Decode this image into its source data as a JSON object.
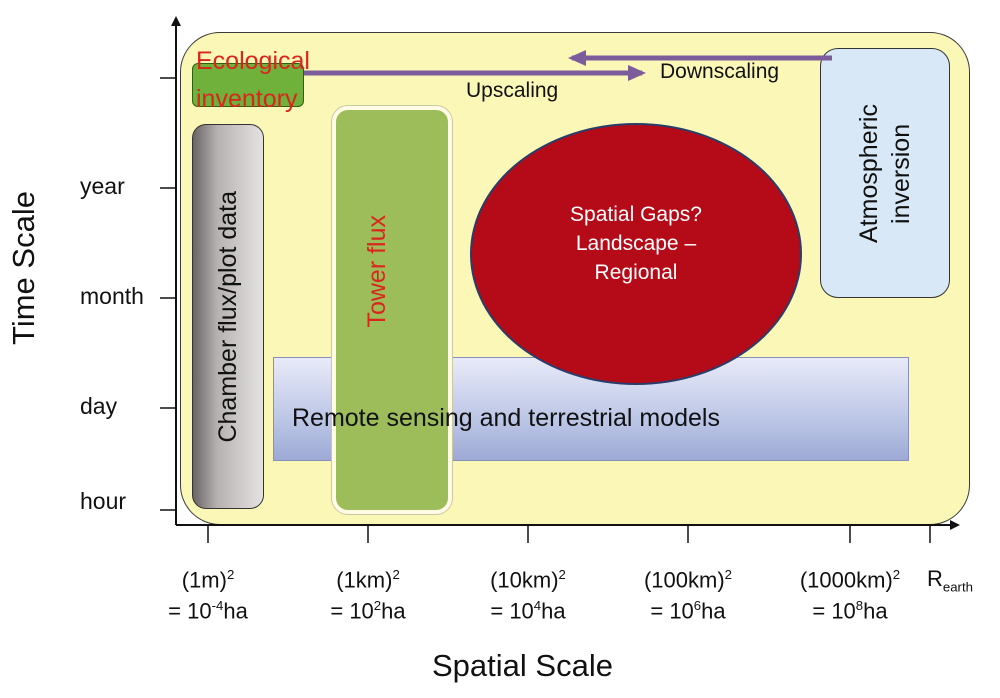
{
  "axes": {
    "y_title": "Time Scale",
    "x_title": "Spatial Scale",
    "y_ticks": [
      "year",
      "month",
      "day",
      "hour"
    ],
    "x_ticks": [
      {
        "top": "(1m)",
        "top_sup": "2",
        "bottom_pre": "= 10",
        "bottom_sup": "-4",
        "bottom_post": "ha"
      },
      {
        "top": "(1km)",
        "top_sup": "2",
        "bottom_pre": "= 10",
        "bottom_sup": "2",
        "bottom_post": "ha"
      },
      {
        "top": "(10km)",
        "top_sup": "2",
        "bottom_pre": "= 10",
        "bottom_sup": "4",
        "bottom_post": "ha"
      },
      {
        "top": "(100km)",
        "top_sup": "2",
        "bottom_pre": "= 10",
        "bottom_sup": "6",
        "bottom_post": "ha"
      },
      {
        "top": "(1000km)",
        "top_sup": "2",
        "bottom_pre": "= 10",
        "bottom_sup": "8",
        "bottom_post": "ha"
      }
    ],
    "earth_main": "R",
    "earth_sub": "earth"
  },
  "boxes": {
    "ecological_line1": "Ecological",
    "ecological_line2": "inventory",
    "chamber": "Chamber flux/plot data",
    "tower": "Tower  flux",
    "gaps_line1": "Spatial Gaps?",
    "gaps_line2": "Landscape –",
    "gaps_line3": "Regional",
    "atmos_line1": "Atmospheric",
    "atmos_line2": "inversion",
    "remote": "Remote sensing and terrestrial models"
  },
  "arrows": {
    "upscaling": "Upscaling",
    "downscaling": "Downscaling"
  },
  "colors": {
    "panel": "#fbf7b6",
    "circle": "#b50a18",
    "tower": "#9dbd5a",
    "ecological": "#6fb13b",
    "atmos": "#d9e8f6",
    "arrow": "#7d5c9c",
    "red_text": "#d9261c"
  }
}
